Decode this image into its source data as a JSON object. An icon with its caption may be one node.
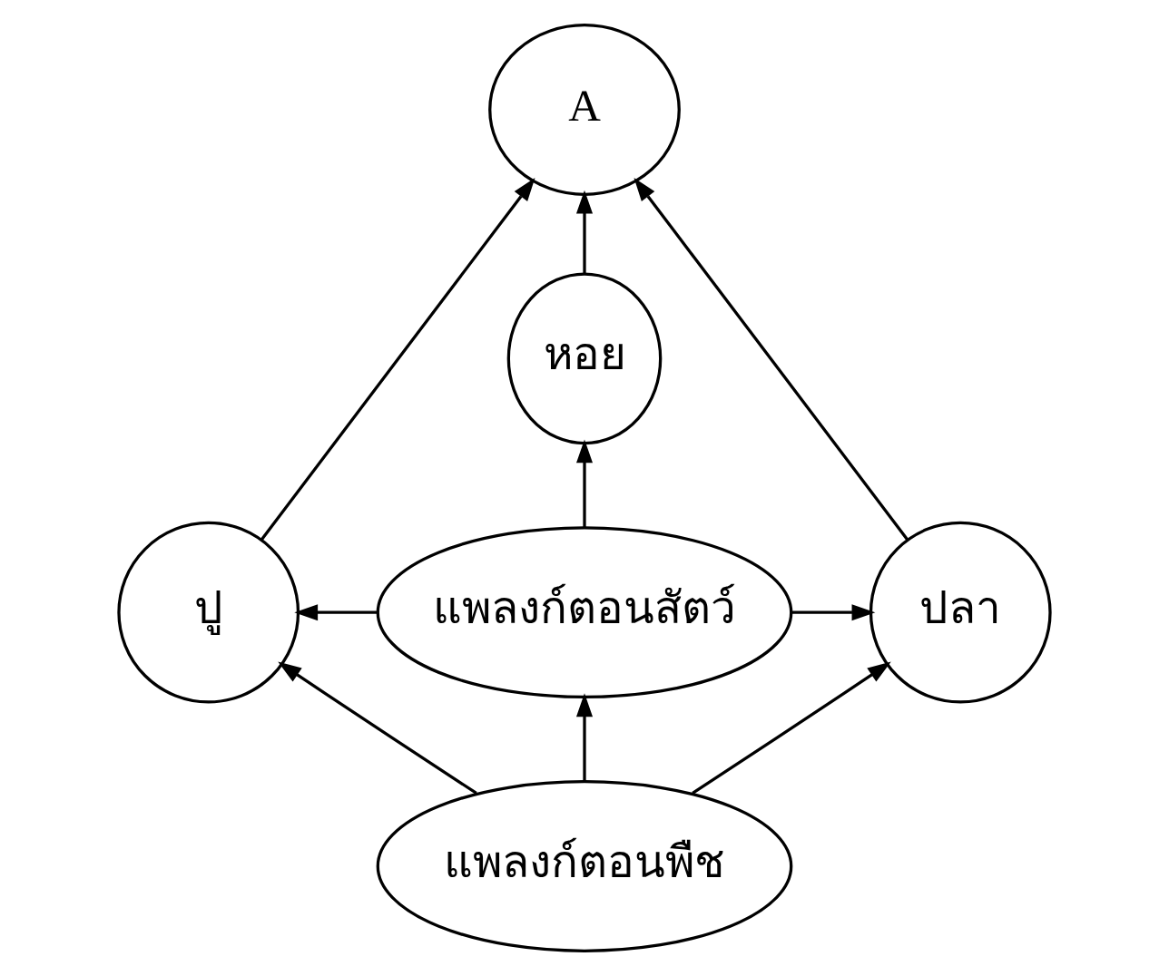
{
  "diagram": {
    "nodes": [
      {
        "text": [
          "A"
        ]
      },
      {
        "text": [
          "หอย"
        ]
      },
      {
        "text": [
          "ปู"
        ]
      },
      {
        "text": [
          "แพลงก์ตอนสัตว์"
        ]
      },
      {
        "text": [
          "ปลา"
        ]
      },
      {
        "text": [
          "แพลงก์ตอนพืช"
        ]
      }
    ],
    "edges": [
      {
        "from": 2,
        "to": 0,
        "arrow": "to"
      },
      {
        "from": 1,
        "to": 0,
        "arrow": "to"
      },
      {
        "from": 4,
        "to": 0,
        "arrow": "to"
      },
      {
        "from": 3,
        "to": 1,
        "arrow": "to"
      },
      {
        "from": 3,
        "to": 2,
        "arrow": "to"
      },
      {
        "from": 3,
        "to": 4,
        "arrow": "to"
      },
      {
        "from": 5,
        "to": 3,
        "arrow": "to"
      },
      {
        "from": 5,
        "to": 2,
        "arrow": "to"
      },
      {
        "from": 5,
        "to": 4,
        "arrow": "to"
      }
    ]
  }
}
